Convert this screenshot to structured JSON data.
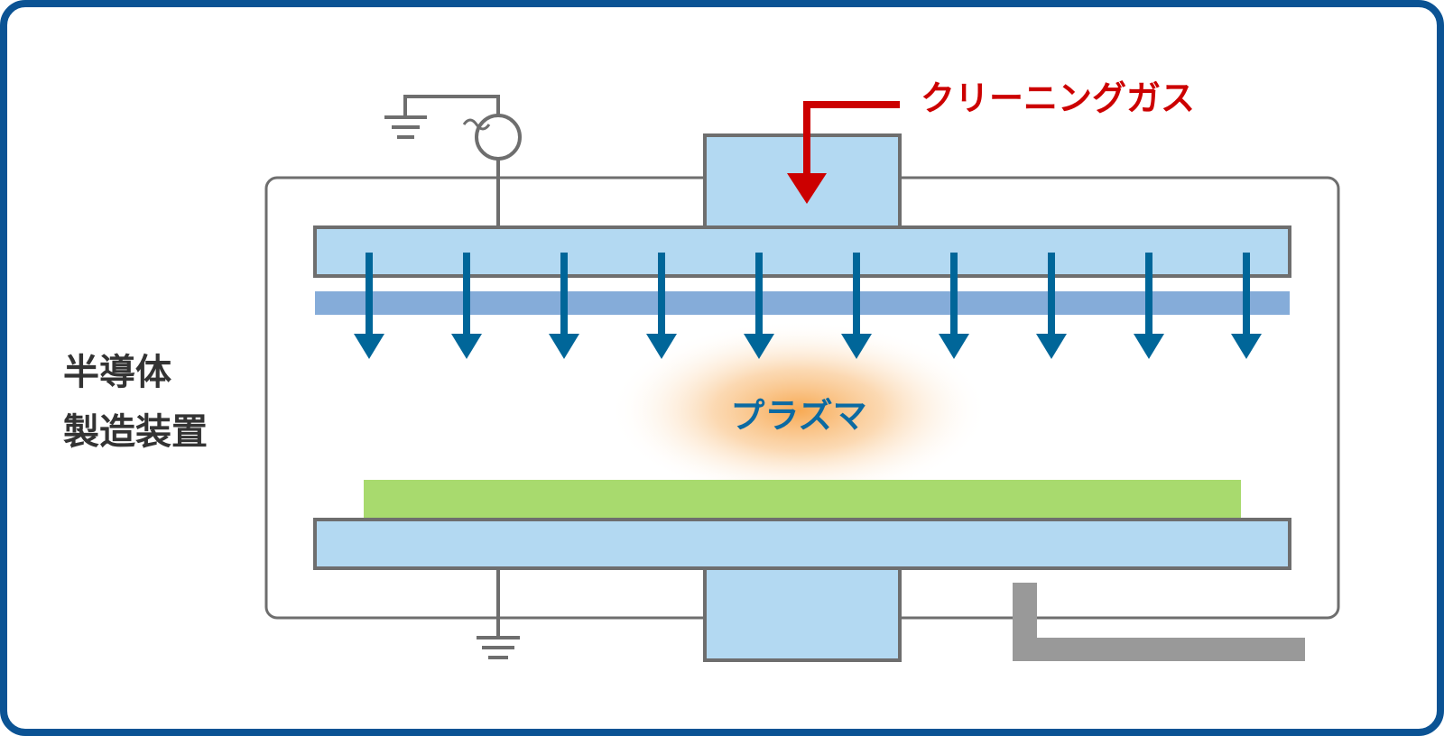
{
  "title": {
    "line1": "半導体",
    "line2": "製造装置"
  },
  "gas_label": "クリーニングガス",
  "plasma_label": "プラズマ",
  "colors": {
    "frame": "#0b5394",
    "outline": "#6e6e6e",
    "electrode_fill": "#b3d9f2",
    "plate_band": "#85acd9",
    "flow_arrow": "#006699",
    "gas_arrow": "#cc0000",
    "gas_text": "#cc0000",
    "plasma_text": "#0b6aa2",
    "wafer": "#a8da6e",
    "exhaust_pipe": "#999999",
    "plasma_glow": "#f7a54a",
    "title_text": "#333333"
  },
  "icons": [
    "ground-icon",
    "ac-source-icon"
  ]
}
